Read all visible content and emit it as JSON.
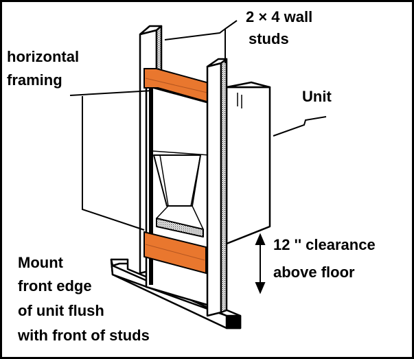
{
  "labels": {
    "studs_line1": "2 × 4 wall",
    "studs_line2": "studs",
    "framing_line1": "horizontal",
    "framing_line2": "framing",
    "unit": "Unit",
    "clearance_line1": "12 '' clearance",
    "clearance_line2": "above floor",
    "mount_line1": "Mount",
    "mount_line2": "front edge",
    "mount_line3": "of unit flush",
    "mount_line4": "with front of studs"
  },
  "colors": {
    "framing": "#e9772e",
    "line": "#000000",
    "background": "#ffffff"
  }
}
